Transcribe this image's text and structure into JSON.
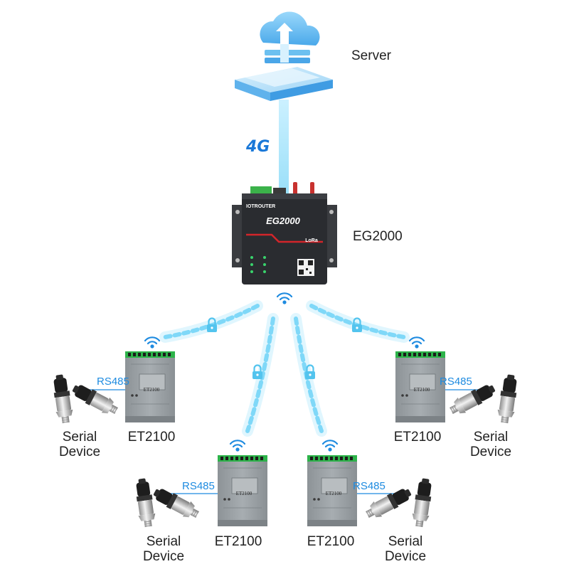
{
  "labels": {
    "server": "Server",
    "link_4g": "4G",
    "gateway": "EG2000",
    "rs485": "RS485",
    "et2100": "ET2100",
    "serial_line1": "Serial",
    "serial_line2": "Device"
  },
  "device_markings": {
    "gateway_model": "EG2000",
    "gateway_brand": "IOTROUTER",
    "gateway_badge": "LoRa",
    "node_model": "ET2100"
  },
  "colors": {
    "accent_blue": "#1e8be0",
    "cloud_blue": "#6cc0f0",
    "link_cyan": "#a6e6fb",
    "device_dark": "#2a2c30",
    "node_grey": "#9aa0a4",
    "brand_red": "#d2252a"
  },
  "icons": [
    "cloud-upload-icon",
    "wifi-icon",
    "padlock-icon",
    "pressure-sensor-icon"
  ]
}
